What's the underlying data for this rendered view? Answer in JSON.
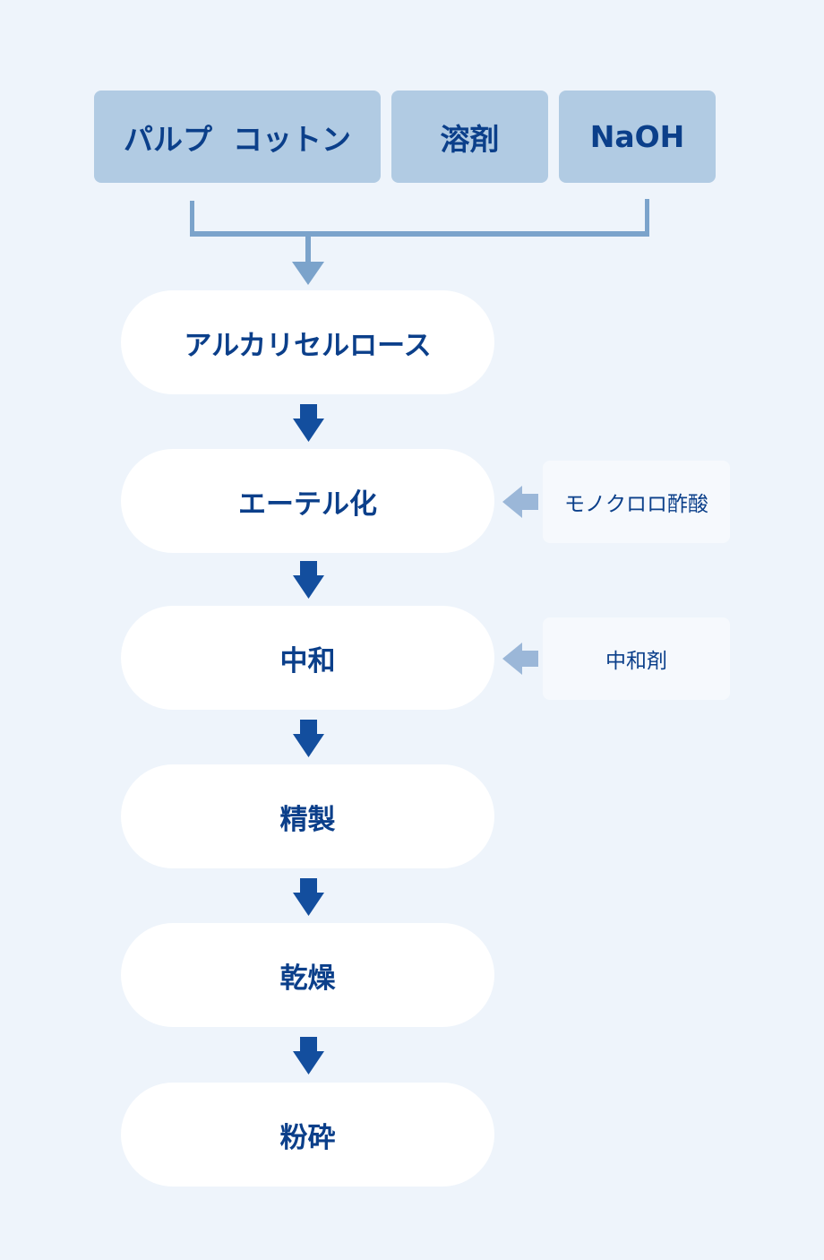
{
  "colors": {
    "background": "#eef4fb",
    "input_box": "#b1cbe3",
    "text": "#0b3f8a",
    "step_arrow": "#134e9e",
    "connector": "#7ba3cb",
    "side_arrow": "#9bb7d8"
  },
  "inputs": [
    {
      "label": "パルプ  コットン"
    },
    {
      "label": "溶剤"
    },
    {
      "label": "NaOH"
    }
  ],
  "steps": [
    {
      "label": "アルカリセルロース"
    },
    {
      "label": "エーテル化"
    },
    {
      "label": "中和"
    },
    {
      "label": "精製"
    },
    {
      "label": "乾燥"
    },
    {
      "label": "粉砕"
    }
  ],
  "side_inputs": [
    {
      "label": "モノクロロ酢酸",
      "target_step": "エーテル化"
    },
    {
      "label": "中和剤",
      "target_step": "中和"
    }
  ]
}
